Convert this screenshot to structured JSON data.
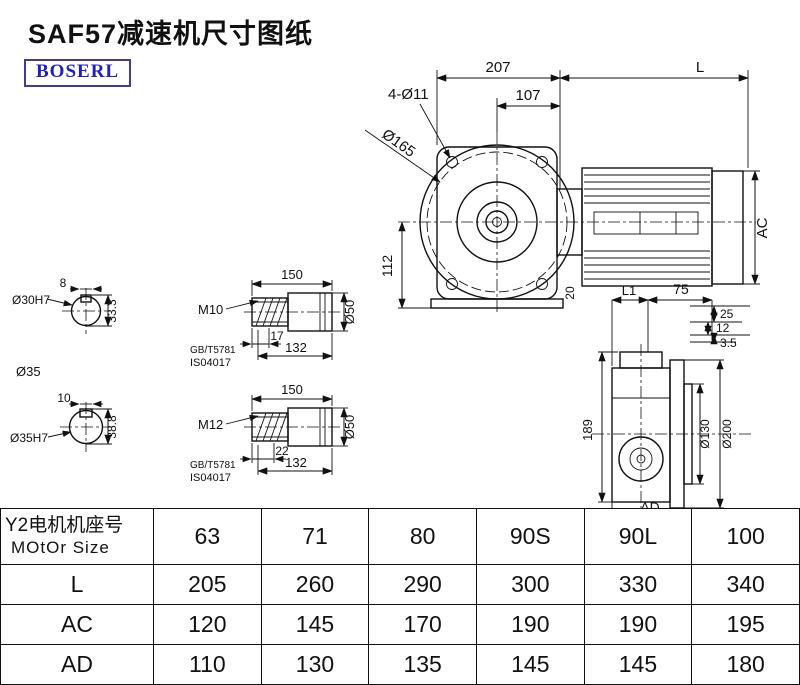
{
  "title": "SAF57减速机尺寸图纸",
  "logo_text": "BOSERL",
  "colors": {
    "ink": "#111111",
    "logo_text": "#2020bf",
    "logo_border": "#4a3a8f"
  },
  "drawing": {
    "front": {
      "dim_total": "207",
      "dim_motor_len": "L",
      "dim_flange": "107",
      "bolt_holes": "4-Ø11",
      "flange_dia": "Ø165",
      "dim_height": "112",
      "dim_motor_dia": "AC",
      "dim_shaft": "20"
    },
    "shaft_end_a": {
      "key_w": "8",
      "bore": "Ø30H7",
      "depth": "33.3"
    },
    "shaft_end_b": {
      "key_w": "10",
      "bore": "Ø35H7",
      "depth": "38.8",
      "shaft_dia": "Ø35"
    },
    "shaft_a": {
      "len": "150",
      "thread": "M10",
      "thread_len": "17",
      "usable_len": "132",
      "std_1": "GB/T5781",
      "std_2": "IS04017",
      "dia": "Ø50"
    },
    "shaft_b": {
      "len": "150",
      "thread": "M12",
      "thread_len": "22",
      "usable_len": "132",
      "std_1": "GB/T5781",
      "std_2": "IS04017",
      "dia": "Ø50"
    },
    "side": {
      "dim_l1": "L1",
      "dim_75": "75",
      "dim_25": "25",
      "dim_12": "12",
      "dim_3_5": "3.5",
      "dim_189": "189",
      "pilot_dia": "Ø130",
      "flange_dia": "Ø200",
      "dim_ad": "AD"
    }
  },
  "table": {
    "header": {
      "line1": "Y2电机机座号",
      "line2": "MOtOr Size"
    },
    "motor_sizes": [
      "63",
      "71",
      "80",
      "90S",
      "90L",
      "100"
    ],
    "rows": [
      {
        "label": "L",
        "values": [
          "205",
          "260",
          "290",
          "300",
          "330",
          "340"
        ]
      },
      {
        "label": "AC",
        "values": [
          "120",
          "145",
          "170",
          "190",
          "190",
          "195"
        ]
      },
      {
        "label": "AD",
        "values": [
          "110",
          "130",
          "135",
          "145",
          "145",
          "180"
        ]
      }
    ]
  }
}
